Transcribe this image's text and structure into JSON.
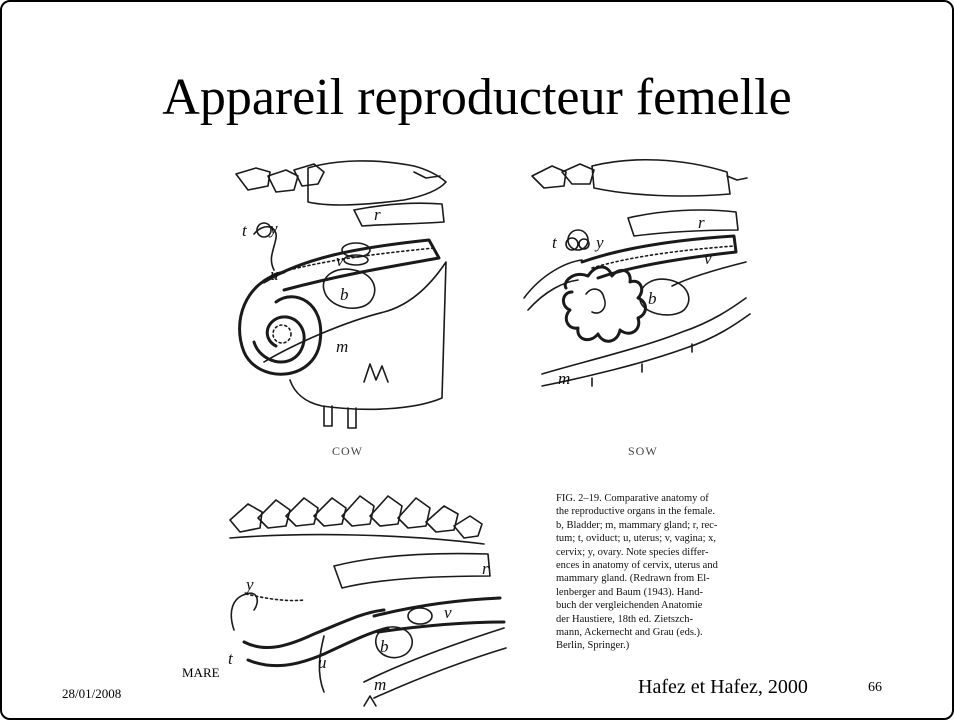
{
  "slide": {
    "title": "Appareil reproducteur femelle",
    "date": "28/01/2008",
    "source": "Hafez et Hafez, 2000",
    "page_number": "66"
  },
  "figure": {
    "panels": [
      {
        "species": "COW",
        "labels": [
          "r",
          "v",
          "t",
          "y",
          "u",
          "b",
          "m"
        ]
      },
      {
        "species": "SOW",
        "labels": [
          "r",
          "v",
          "t",
          "y",
          "b",
          "m"
        ]
      },
      {
        "species": "MARE",
        "labels": [
          "r",
          "v",
          "y",
          "t",
          "u",
          "b",
          "m"
        ]
      }
    ],
    "caption": {
      "lines": [
        "FIG. 2–19.   Comparative anatomy of",
        "the reproductive organs in the female.",
        "b, Bladder; m, mammary gland; r, rec-",
        "tum; t, oviduct; u, uterus; v, vagina; x,",
        "cervix; y, ovary. Note species differ-",
        "ences in anatomy of cervix, uterus and",
        "mammary gland. (Redrawn from El-",
        "lenberger and Baum (1943). Hand-",
        "buch der vergleichenden Anatomie",
        "der Haustiere, 18th ed. Zietszch-",
        "mann, Ackernecht and Grau (eds.).",
        "Berlin, Springer.)"
      ]
    }
  }
}
